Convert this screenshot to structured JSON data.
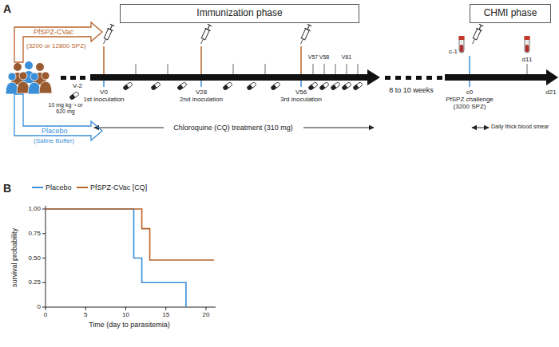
{
  "diagram": {
    "nodes": [
      {
        "text": [
          "Immunization phase"
        ]
      },
      {
        "text": [
          "CHMI phase"
        ]
      },
      {
        "text": [
          "PfSPZ-CVac",
          "(3200 or 12800 SPZ)"
        ]
      },
      {
        "text": [
          "Placebo",
          "(Saline Buffer)"
        ]
      }
    ],
    "labels": [
      "A",
      "V-2",
      "10 mg kg⁻¹ or 620 mg",
      "V0",
      "1st inoculation",
      "V28",
      "2nd inoculation",
      "V57",
      "V58",
      "V61",
      "V56",
      "3rd inoculation",
      "8 to 10 weeks",
      "Chloroquine (CQ) treatment (310 mg)",
      "c-1",
      "d11",
      "c0",
      "PfSPZ challenge",
      "(3200 SPZ)",
      "Daily thick blood smear",
      "d21",
      "B",
      "1.00",
      "0.75",
      "0.50",
      "0.25",
      "0",
      "survival probability",
      "0",
      "5",
      "10",
      "15",
      "20",
      "Time (day to parasitemia)"
    ],
    "legend": [
      {
        "text": "Placebo"
      },
      {
        "text": "PfSPZ-CVac [CQ]"
      }
    ]
  }
}
